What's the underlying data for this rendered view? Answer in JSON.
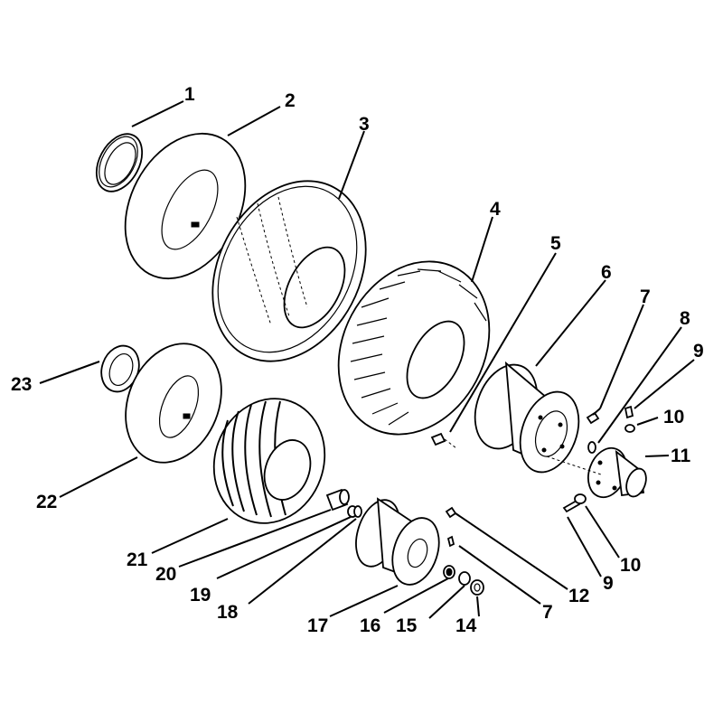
{
  "labels": {
    "l1": "1",
    "l2": "2",
    "l3": "3",
    "l4": "4",
    "l5": "5",
    "l6": "6",
    "l7a": "7",
    "l8": "8",
    "l9a": "9",
    "l10a": "10",
    "l11": "11",
    "l10b": "10",
    "l9b": "9",
    "l12": "12",
    "l7b": "7",
    "l14": "14",
    "l15": "15",
    "l16": "16",
    "l17": "17",
    "l18": "18",
    "l19": "19",
    "l20": "20",
    "l21": "21",
    "l22": "22",
    "l23": "23"
  }
}
